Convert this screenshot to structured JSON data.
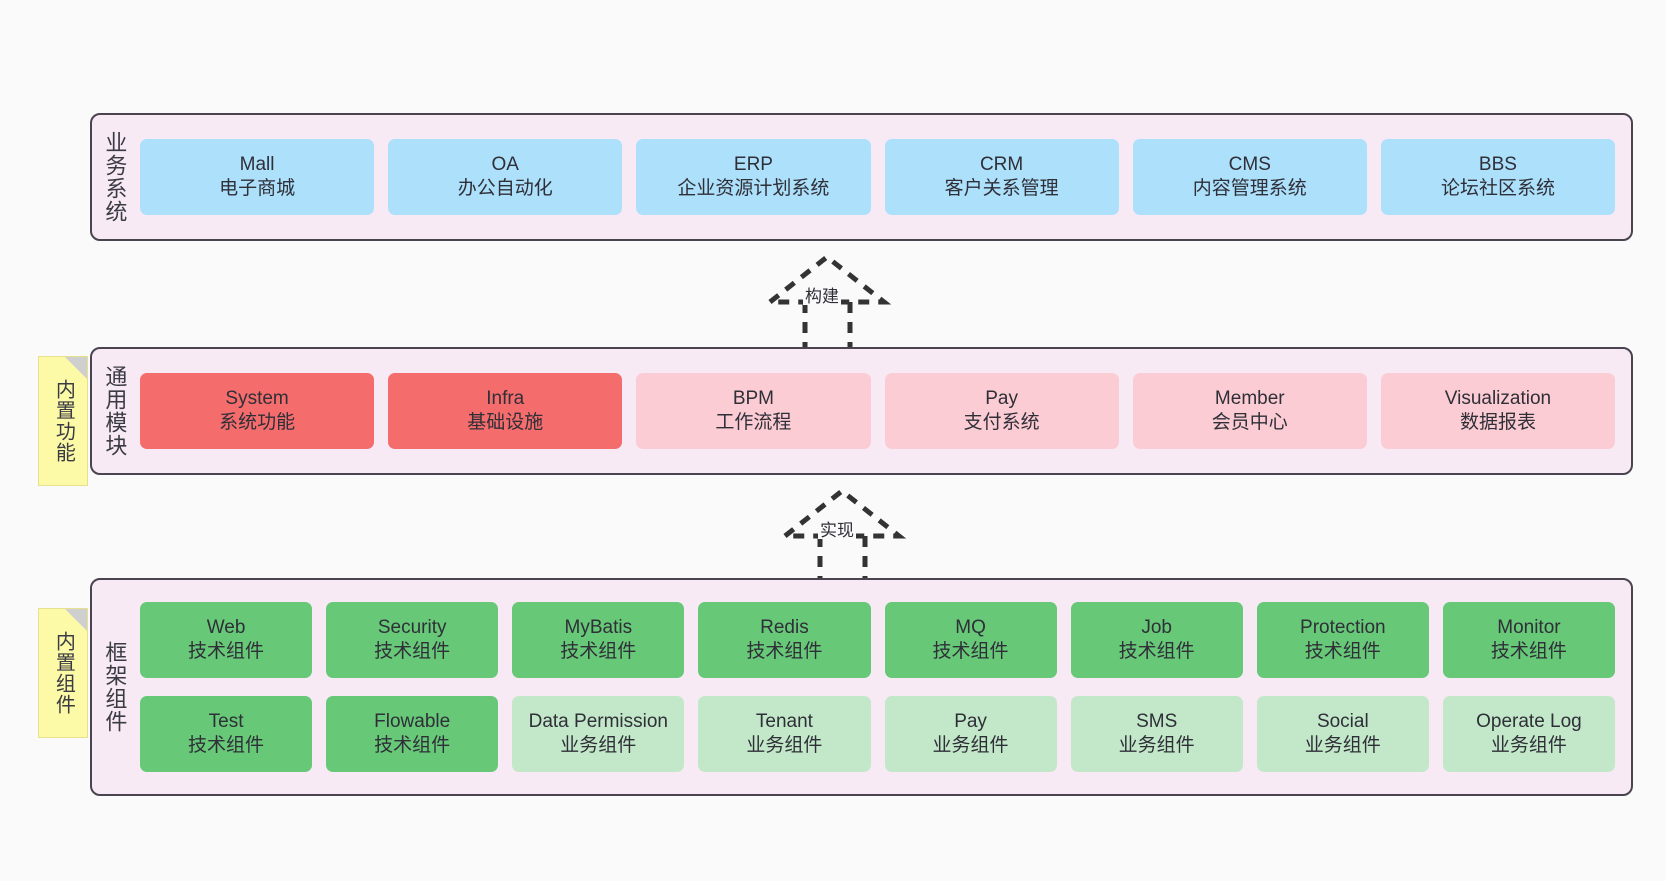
{
  "diagram": {
    "background_color": "#fafafa",
    "band_background": "#f7eaf5",
    "band_border": "#4a4450",
    "palette": {
      "blue": "#ade0fb",
      "red": "#f56c6c",
      "pink": "#fcccd4",
      "green": "#67c878",
      "light_green": "#c3e8c9",
      "note_yellow": "#fcfaa6"
    }
  },
  "layers": {
    "business": {
      "title": "业务系统",
      "tiles": [
        {
          "name": "Mall",
          "desc": "电子商城",
          "color": "blue"
        },
        {
          "name": "OA",
          "desc": "办公自动化",
          "color": "blue"
        },
        {
          "name": "ERP",
          "desc": "企业资源计划系统",
          "color": "blue"
        },
        {
          "name": "CRM",
          "desc": "客户关系管理",
          "color": "blue"
        },
        {
          "name": "CMS",
          "desc": "内容管理系统",
          "color": "blue"
        },
        {
          "name": "BBS",
          "desc": "论坛社区系统",
          "color": "blue"
        }
      ]
    },
    "common": {
      "title": "通用模块",
      "note": "内置功能",
      "tiles": [
        {
          "name": "System",
          "desc": "系统功能",
          "color": "red"
        },
        {
          "name": "Infra",
          "desc": "基础设施",
          "color": "red"
        },
        {
          "name": "BPM",
          "desc": "工作流程",
          "color": "pink"
        },
        {
          "name": "Pay",
          "desc": "支付系统",
          "color": "pink"
        },
        {
          "name": "Member",
          "desc": "会员中心",
          "color": "pink"
        },
        {
          "name": "Visualization",
          "desc": "数据报表",
          "color": "pink"
        }
      ]
    },
    "framework": {
      "title": "框架组件",
      "note": "内置组件",
      "row1": [
        {
          "name": "Web",
          "desc": "技术组件",
          "color": "green"
        },
        {
          "name": "Security",
          "desc": "技术组件",
          "color": "green"
        },
        {
          "name": "MyBatis",
          "desc": "技术组件",
          "color": "green"
        },
        {
          "name": "Redis",
          "desc": "技术组件",
          "color": "green"
        },
        {
          "name": "MQ",
          "desc": "技术组件",
          "color": "green"
        },
        {
          "name": "Job",
          "desc": "技术组件",
          "color": "green"
        },
        {
          "name": "Protection",
          "desc": "技术组件",
          "color": "green"
        },
        {
          "name": "Monitor",
          "desc": "技术组件",
          "color": "green"
        }
      ],
      "row2": [
        {
          "name": "Test",
          "desc": "技术组件",
          "color": "green"
        },
        {
          "name": "Flowable",
          "desc": "技术组件",
          "color": "green"
        },
        {
          "name": "Data Permission",
          "desc": "业务组件",
          "color": "light_green"
        },
        {
          "name": "Tenant",
          "desc": "业务组件",
          "color": "light_green"
        },
        {
          "name": "Pay",
          "desc": "业务组件",
          "color": "light_green"
        },
        {
          "name": "SMS",
          "desc": "业务组件",
          "color": "light_green"
        },
        {
          "name": "Social",
          "desc": "业务组件",
          "color": "light_green"
        },
        {
          "name": "Operate Log",
          "desc": "业务组件",
          "color": "light_green"
        }
      ]
    }
  },
  "connectors": [
    {
      "label": "构建",
      "from": "通用模块",
      "to": "业务系统"
    },
    {
      "label": "实现",
      "from": "框架组件",
      "to": "通用模块"
    }
  ]
}
